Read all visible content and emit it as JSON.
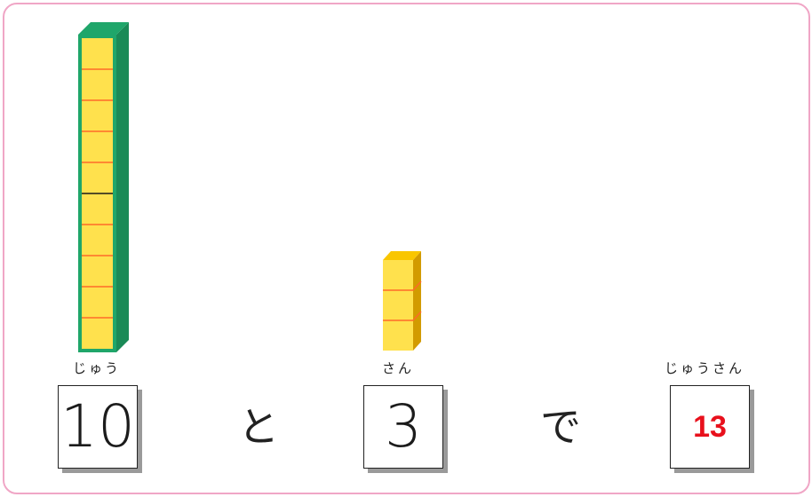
{
  "colors": {
    "frame_border": "#f0a6c6",
    "cube_face": "#ffe14d",
    "cube_top": "#f9c600",
    "cube_side": "#d29b00",
    "cube_divider": "#ff6a2a",
    "rod_frame": "#1fa66a",
    "rod_side": "#1a8a57",
    "answer_text": "#e8101c"
  },
  "blocks": {
    "ten_rod_units": 10,
    "ones_units": 3
  },
  "labels": {
    "tens_reading": "じゅう",
    "ones_reading": "さん",
    "answer_reading": "じゅうさん"
  },
  "equation": {
    "tens_value": "10",
    "and_particle": "と",
    "ones_value": "3",
    "with_particle": "で",
    "answer_value": "13"
  }
}
